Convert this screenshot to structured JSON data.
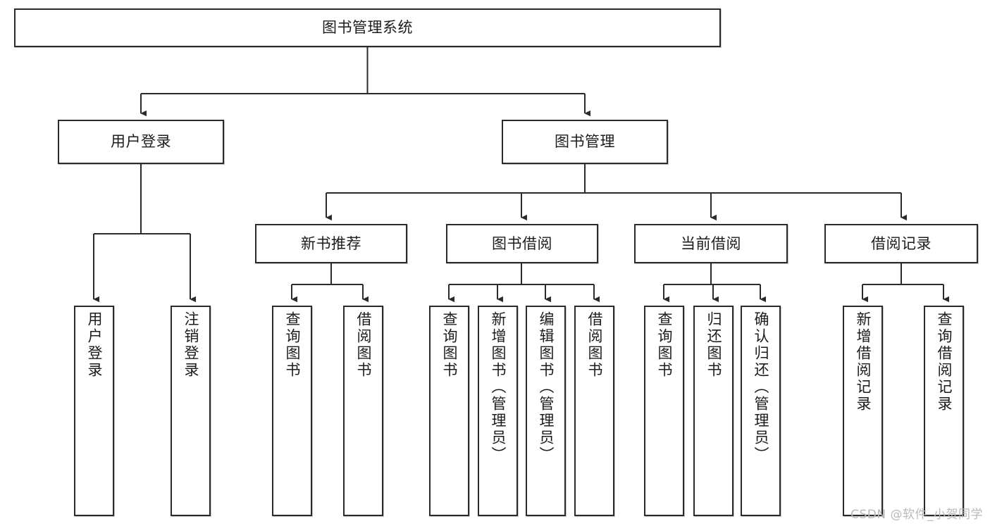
{
  "diagram": {
    "title": "图书管理系统",
    "type": "hierarchy-tree",
    "watermark": "CSDN @软件_小贺同学",
    "colors": {
      "box_stroke": "#2b2b2b",
      "box_fill": "#ffffff",
      "connector": "#2b2b2b",
      "text": "#1c1c1c",
      "watermark": "#b9b9b9"
    },
    "nodes": {
      "root": {
        "label": "图书管理系统"
      },
      "level2": [
        {
          "label": "用户登录"
        },
        {
          "label": "图书管理"
        }
      ],
      "level3": [
        {
          "label": "新书推荐"
        },
        {
          "label": "图书借阅"
        },
        {
          "label": "当前借阅"
        },
        {
          "label": "借阅记录"
        }
      ],
      "leaves": {
        "user_login": [
          {
            "label": "用户登录"
          },
          {
            "label": "注销登录"
          }
        ],
        "new_book_recommend": [
          {
            "label": "查询图书"
          },
          {
            "label": "借阅图书"
          }
        ],
        "book_borrow": [
          {
            "label": "查询图书"
          },
          {
            "label": "新增图书（管理员）"
          },
          {
            "label": "编辑图书（管理员）"
          },
          {
            "label": "借阅图书"
          }
        ],
        "current_borrow": [
          {
            "label": "查询图书"
          },
          {
            "label": "归还图书"
          },
          {
            "label": "确认归还（管理员）"
          }
        ],
        "borrow_record": [
          {
            "label": "新增借阅记录"
          },
          {
            "label": "查询借阅记录"
          }
        ]
      }
    }
  }
}
